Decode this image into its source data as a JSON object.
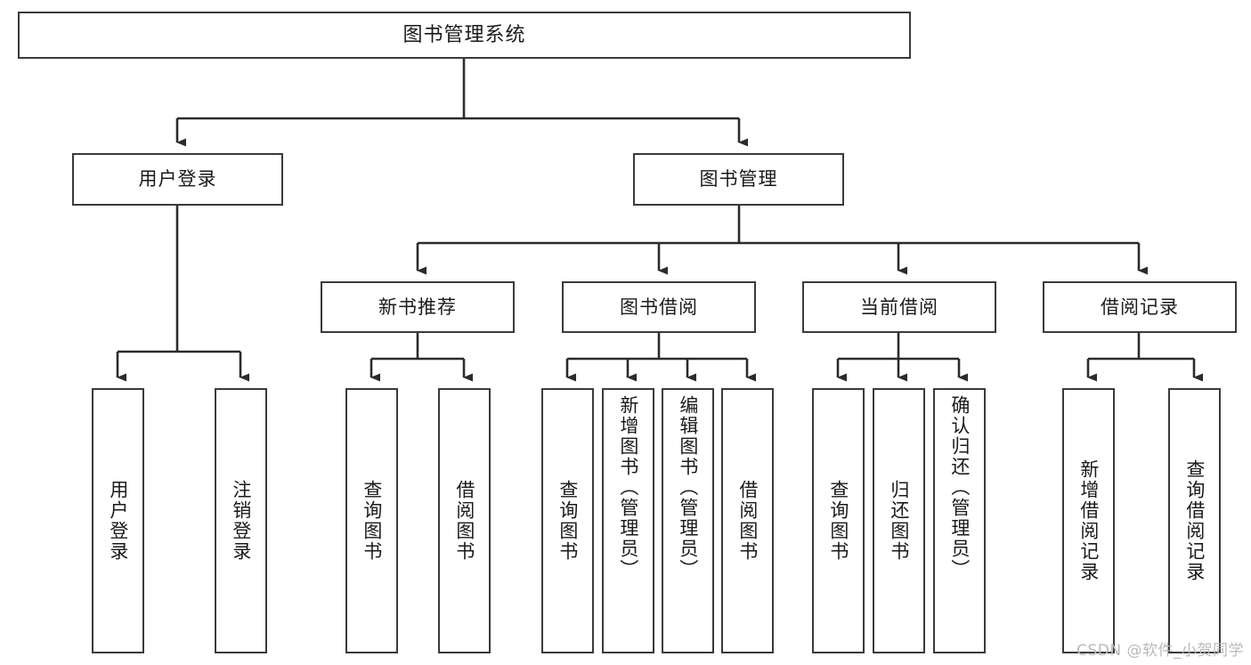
{
  "diagram": {
    "title": "图书管理系统",
    "type": "tree-hierarchy-chart",
    "orientation": "top-down",
    "colors": {
      "box_border": "#3a3a3a",
      "box_fill": "#ffffff",
      "connector": "#2b2b2b",
      "text": "#1a1a1a",
      "watermark": "#b9b9b9",
      "background": "#ffffff"
    }
  },
  "nodes": {
    "root": {
      "label": "图书管理系统"
    },
    "level2": [
      {
        "label": "用户登录"
      },
      {
        "label": "图书管理"
      }
    ],
    "level3": [
      {
        "label": "新书推荐"
      },
      {
        "label": "图书借阅"
      },
      {
        "label": "当前借阅"
      },
      {
        "label": "借阅记录"
      }
    ],
    "leaves_user_login": [
      {
        "label": "用户登录"
      },
      {
        "label": "注销登录"
      }
    ],
    "leaves_new_book": [
      {
        "label": "查询图书"
      },
      {
        "label": "借阅图书"
      }
    ],
    "leaves_borrow": [
      {
        "label": "查询图书"
      },
      {
        "label": "新增图书（管理员）"
      },
      {
        "label": "编辑图书（管理员）"
      },
      {
        "label": "借阅图书"
      }
    ],
    "leaves_current": [
      {
        "label": "查询图书"
      },
      {
        "label": "归还图书"
      },
      {
        "label": "确认归还（管理员）"
      }
    ],
    "leaves_record": [
      {
        "label": "新增借阅记录"
      },
      {
        "label": "查询借阅记录"
      }
    ]
  },
  "watermark": {
    "text": "CSDN @软件_小贺同学"
  }
}
